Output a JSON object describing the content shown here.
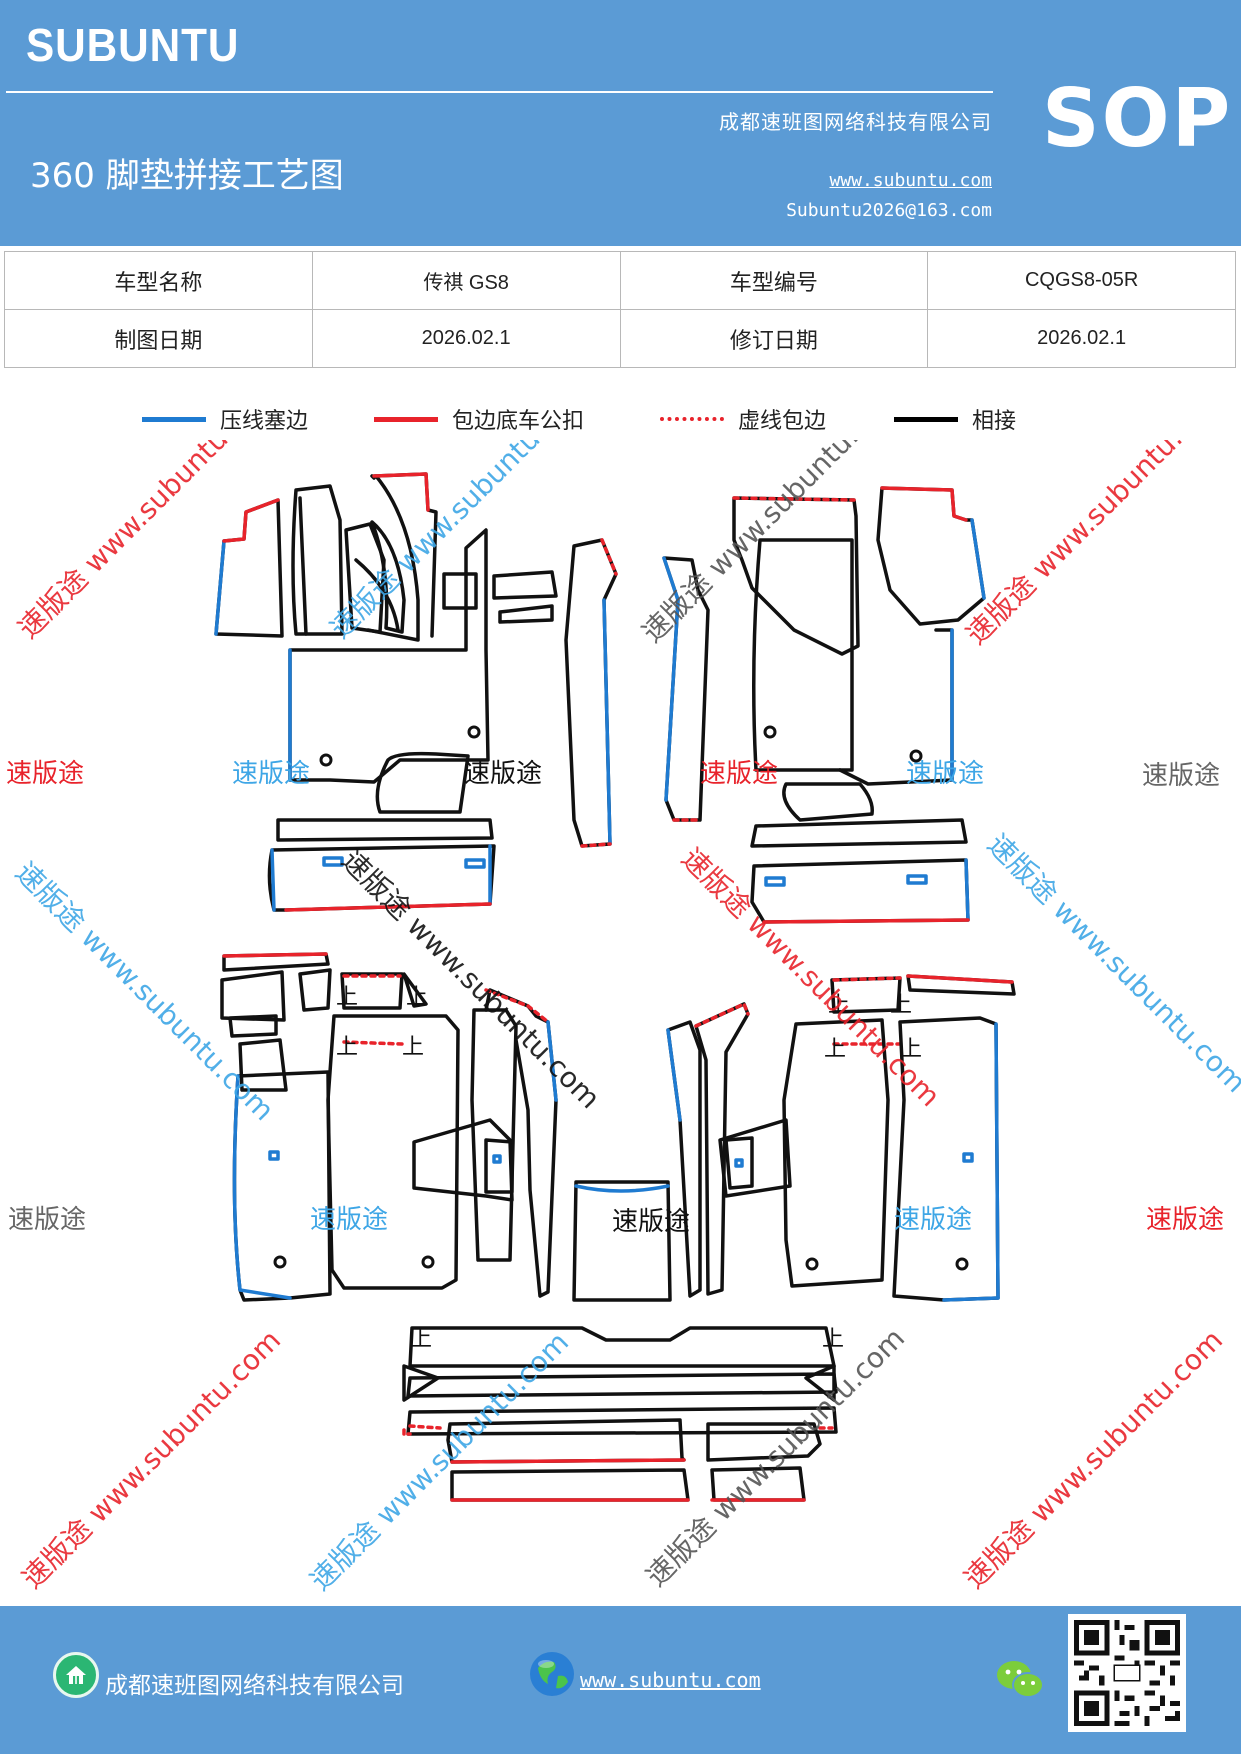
{
  "header": {
    "brand": "SUBUNTU",
    "sop": "SOP",
    "company": "成都速班图网络科技有限公司",
    "title": "360 脚垫拼接工艺图",
    "website": "www.subuntu.com",
    "email": "Subuntu2026@163.com"
  },
  "info": {
    "rows": [
      [
        "车型名称",
        "传祺 GS8",
        "车型编号",
        "CQGS8-05R"
      ],
      [
        "制图日期",
        "2026.02.1",
        "修订日期",
        "2026.02.1"
      ]
    ]
  },
  "legend": [
    {
      "label": "压线塞边",
      "color": "#1f7bd1",
      "style": "solid"
    },
    {
      "label": "包边底车公扣",
      "color": "#e8232b",
      "style": "solid"
    },
    {
      "label": "虚线包边",
      "color": "#e8232b",
      "style": "dashed"
    },
    {
      "label": "相接",
      "color": "#000000",
      "style": "solid"
    }
  ],
  "watermarks": {
    "brand_cn": "速版途",
    "diagonal": "速版途 www.subuntu.com",
    "mark": "上"
  },
  "colors": {
    "header_bg": "#5b9bd5",
    "blue_line": "#1f7bd1",
    "red_line": "#e8232b",
    "black_line": "#111111",
    "gray_text": "#666666",
    "light_blue_text": "#3ea6e6"
  },
  "footer": {
    "company": "成都速班图网络科技有限公司",
    "website": "www.subuntu.com"
  }
}
